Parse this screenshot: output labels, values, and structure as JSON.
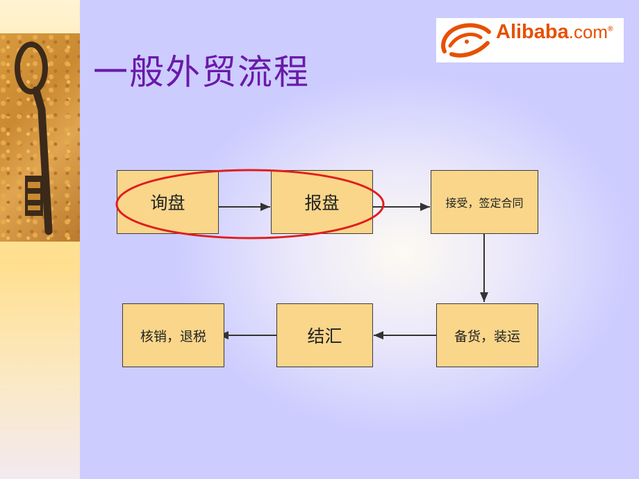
{
  "slide": {
    "title": "一般外贸流程"
  },
  "logo": {
    "text_main": "Alibaba",
    "text_suffix": ".com",
    "mark": "®",
    "accent_color": "#e65100"
  },
  "flow": {
    "steps": [
      {
        "label": "询盘"
      },
      {
        "label": "报盘"
      },
      {
        "label": "接受，签定合同"
      },
      {
        "label": "备货，装运"
      },
      {
        "label": "结汇"
      },
      {
        "label": "核销，退税"
      }
    ],
    "highlight_color": "#e01e1e",
    "box_color": "#f9d68a"
  }
}
